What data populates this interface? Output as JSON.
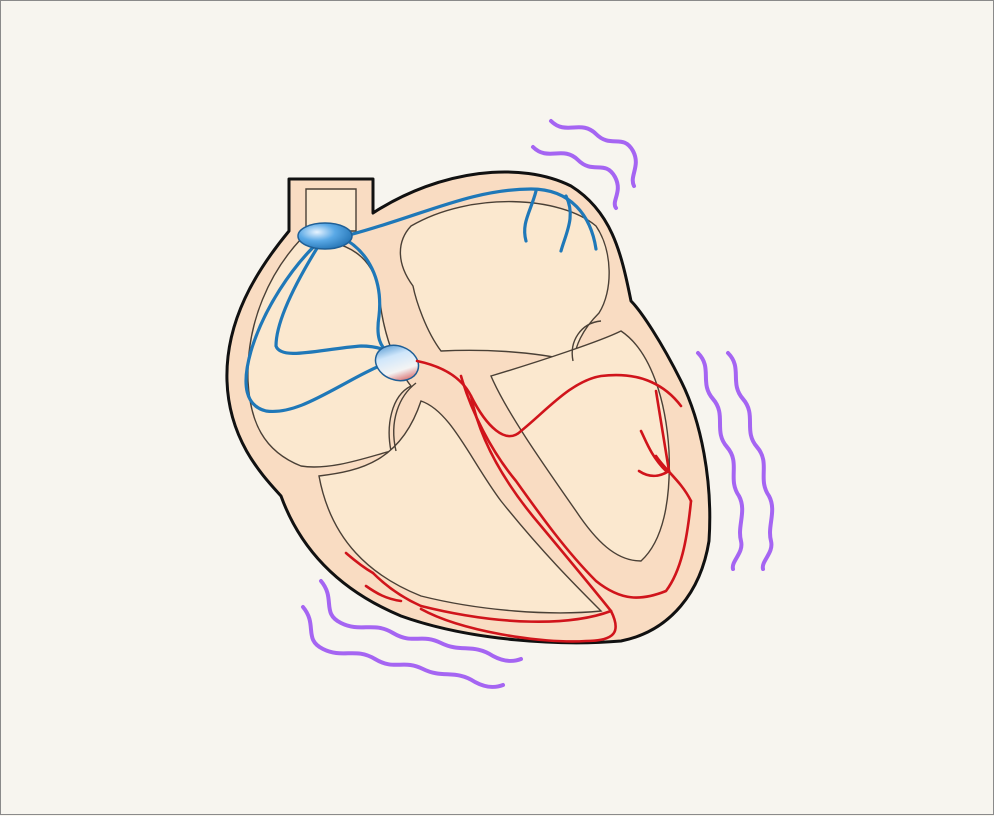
{
  "diagram": {
    "subject": "heart-conduction-system",
    "colors": {
      "background": "#f7f5ef",
      "frame": "#8a8a8a",
      "heart_wall": "#f9dcc2",
      "chamber_fill": "#fbe8cf",
      "outline": "#111111",
      "inner_outline": "#4a4036",
      "atrial_conduction": "#1f78b8",
      "ventricular_conduction": "#d0141b",
      "motion_lines": "#a565f2",
      "node_highlight": "#cfe6fb"
    },
    "elements": [
      {
        "name": "sinoatrial-node",
        "color": "atrial_conduction"
      },
      {
        "name": "atrioventricular-node",
        "color": "atrial_conduction"
      },
      {
        "name": "bundle-branches",
        "color": "ventricular_conduction"
      },
      {
        "name": "motion-lines",
        "color": "motion_lines",
        "count": 6
      }
    ]
  }
}
